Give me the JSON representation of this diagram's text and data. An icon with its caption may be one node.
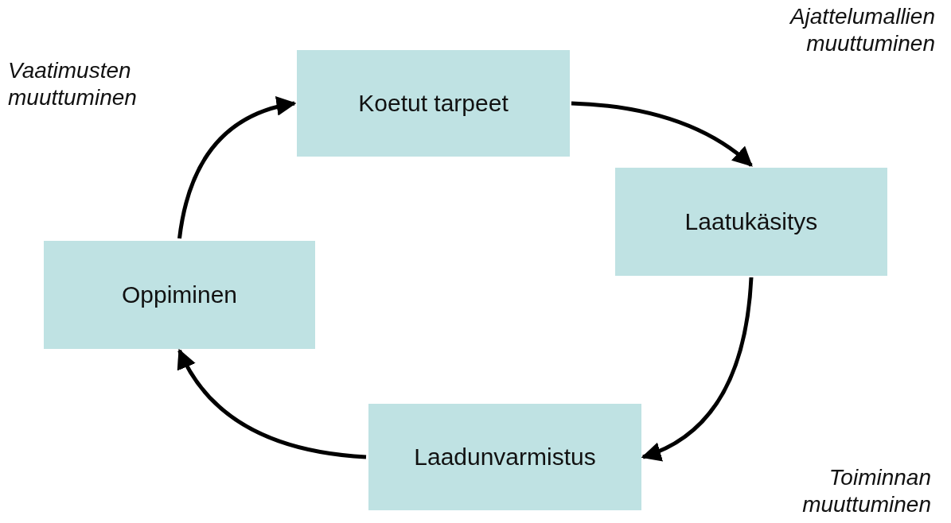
{
  "diagram": {
    "nodes": [
      {
        "text": [
          "Koetut tarpeet"
        ]
      },
      {
        "text": [
          "Laatukäsitys"
        ]
      },
      {
        "text": [
          "Laadunvarmistus"
        ]
      },
      {
        "text": [
          "Oppiminen"
        ]
      }
    ],
    "edges": [
      {
        "from": 0,
        "to": 1,
        "arrow": "to"
      },
      {
        "from": 1,
        "to": 2,
        "arrow": "to"
      },
      {
        "from": 2,
        "to": 3,
        "arrow": "to"
      },
      {
        "from": 3,
        "to": 0,
        "arrow": "to"
      }
    ],
    "labels": [
      "Ajattelumallien muuttuminen",
      "Vaatimusten muuttuminen",
      "Toiminnan muuttuminen"
    ]
  }
}
